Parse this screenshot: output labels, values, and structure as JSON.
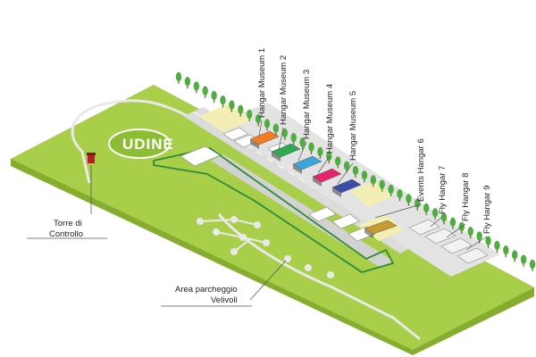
{
  "map": {
    "airfield_name": "UDINE",
    "labels": {
      "control_tower": [
        "Torre di",
        "Controllo"
      ],
      "aircraft_parking": [
        "Area parcheggio",
        "Velivoli"
      ]
    },
    "hangars": [
      {
        "id": "hangar-museum-1",
        "label": "Hangar Museum 1",
        "color": "#f47c20"
      },
      {
        "id": "hangar-museum-2",
        "label": "Hangar Museum 2",
        "color": "#2fa84f"
      },
      {
        "id": "hangar-museum-3",
        "label": "Hangar Museum 3",
        "color": "#3aa6dd"
      },
      {
        "id": "hangar-museum-4",
        "label": "Hangar Museum 4",
        "color": "#e6226b"
      },
      {
        "id": "hangar-museum-5",
        "label": "Hangar Museum 5",
        "color": "#3a4ea8"
      },
      {
        "id": "events-hangar-6",
        "label": "Events Hangar 6",
        "color": "#c99a2e"
      },
      {
        "id": "fly-hangar-7",
        "label": "Fly Hangar 7",
        "color": "#ececec"
      },
      {
        "id": "fly-hangar-8",
        "label": "Fly Hangar 8",
        "color": "#ececec"
      },
      {
        "id": "fly-hangar-9",
        "label": "Fly Hangar 9",
        "color": "#ececec"
      }
    ],
    "colors": {
      "grass": "#a9cf4a",
      "grass_edge": "#86ad2f",
      "runway": "#dcdcdc",
      "route": "#2f8a3a",
      "tree": "#4fae3f",
      "zone": "#f3eeb4",
      "tower": "#b22222"
    }
  }
}
